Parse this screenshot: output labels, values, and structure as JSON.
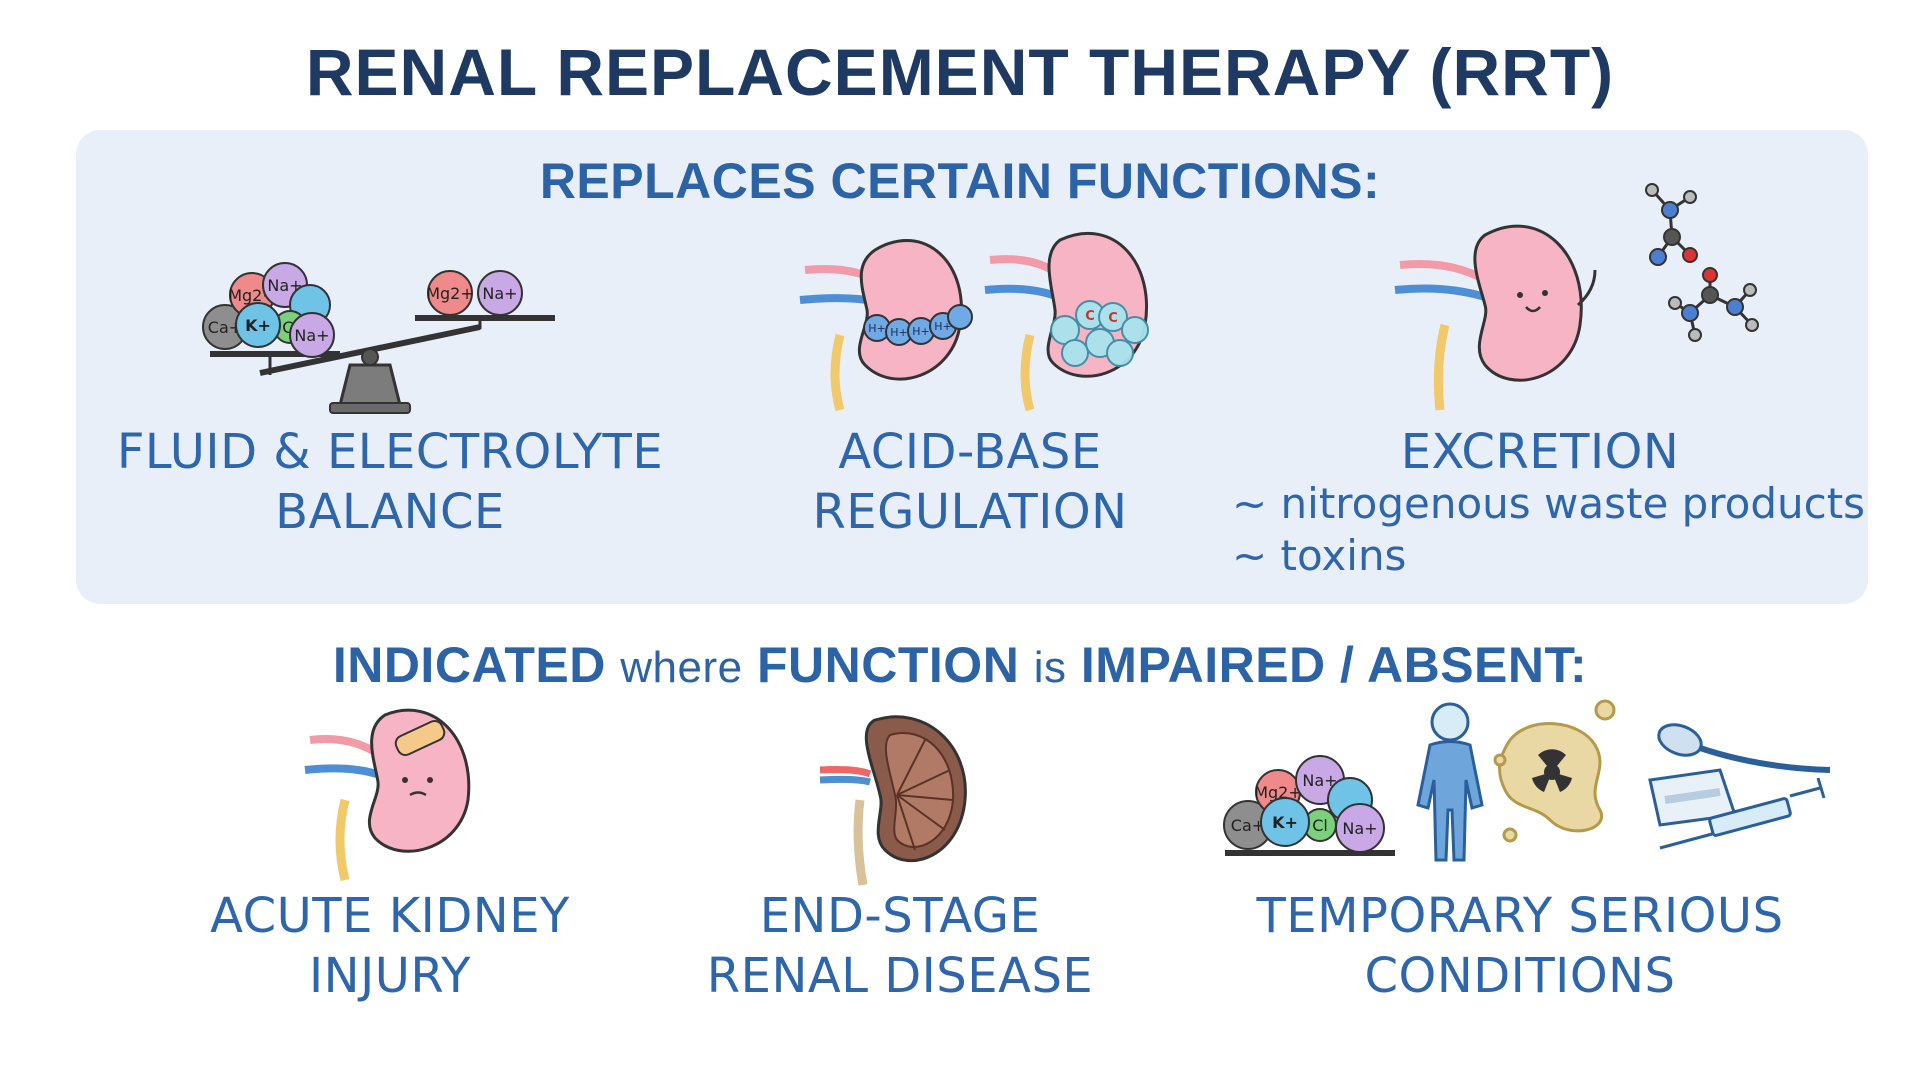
{
  "title": "RENAL REPLACEMENT THERAPY (RRT)",
  "replaces": {
    "heading": "REPLACES CERTAIN FUNCTIONS:",
    "items": [
      {
        "line1": "FLUID & ELECTROLYTE",
        "line2": "BALANCE"
      },
      {
        "line1": "ACID-BASE",
        "line2": "REGULATION"
      },
      {
        "line1": "EXCRETION",
        "sub": [
          "~ nitrogenous waste products",
          "~ toxins"
        ]
      }
    ]
  },
  "indicated": {
    "w1": "INDICATED",
    "w2": "where",
    "w3": "FUNCTION",
    "w4": "is",
    "w5": "IMPAIRED / ABSENT:",
    "items": [
      {
        "line1": "ACUTE KIDNEY",
        "line2": "INJURY"
      },
      {
        "line1": "END-STAGE",
        "line2": "RENAL DISEASE"
      },
      {
        "line1": "TEMPORARY SERIOUS",
        "line2": "CONDITIONS"
      }
    ]
  },
  "ions": {
    "na": "Na+",
    "k": "K+",
    "mg": "Mg2+",
    "ca": "Ca+",
    "cl": "Cl",
    "h": "H+",
    "c": "C"
  },
  "colors": {
    "title": "#1f3a62",
    "accent": "#2c63a7",
    "panel": "#e9eff9",
    "kidney": "#f6b4c4",
    "na": "#c9a8e6",
    "k": "#6fc3e6",
    "mg": "#f08a8a",
    "ca": "#8e8e8e"
  }
}
